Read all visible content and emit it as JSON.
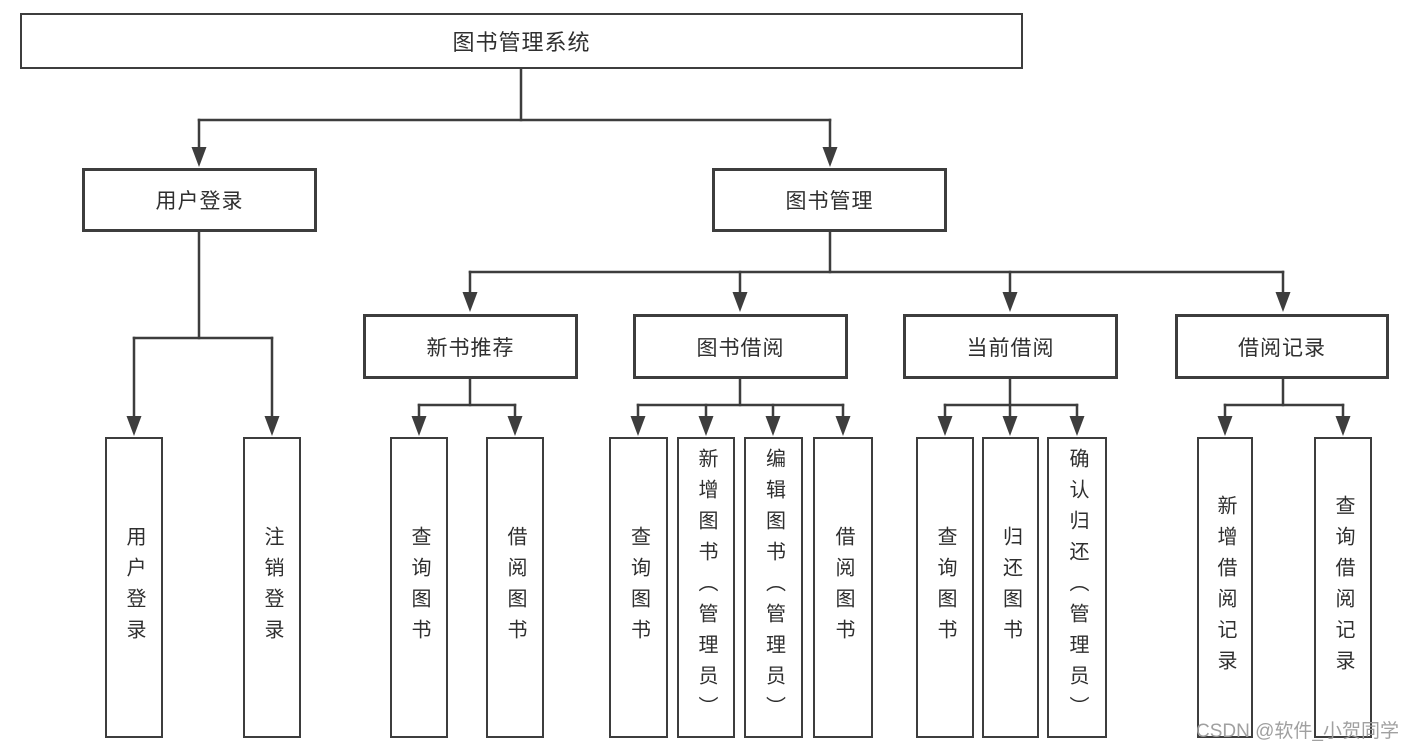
{
  "tree": {
    "label": "图书管理系统",
    "children": [
      {
        "label": "用户登录",
        "children": [
          {
            "label": "用户登录"
          },
          {
            "label": "注销登录"
          }
        ]
      },
      {
        "label": "图书管理",
        "children": [
          {
            "label": "新书推荐",
            "children": [
              {
                "label": "查询图书"
              },
              {
                "label": "借阅图书"
              }
            ]
          },
          {
            "label": "图书借阅",
            "children": [
              {
                "label": "查询图书"
              },
              {
                "label": "新增图书（管理员）"
              },
              {
                "label": "编辑图书（管理员）"
              },
              {
                "label": "借阅图书"
              }
            ]
          },
          {
            "label": "当前借阅",
            "children": [
              {
                "label": "查询图书"
              },
              {
                "label": "归还图书"
              },
              {
                "label": "确认归还（管理员）"
              }
            ]
          },
          {
            "label": "借阅记录",
            "children": [
              {
                "label": "新增借阅记录"
              },
              {
                "label": "查询借阅记录"
              }
            ]
          }
        ]
      }
    ]
  },
  "watermark": "CSDN @软件_小贺同学",
  "colors": {
    "line": "#3d3d3d",
    "border": "#3d3d3d",
    "text": "#2f2f2f",
    "background": "#ffffff",
    "watermark": "#9b9b9b"
  }
}
